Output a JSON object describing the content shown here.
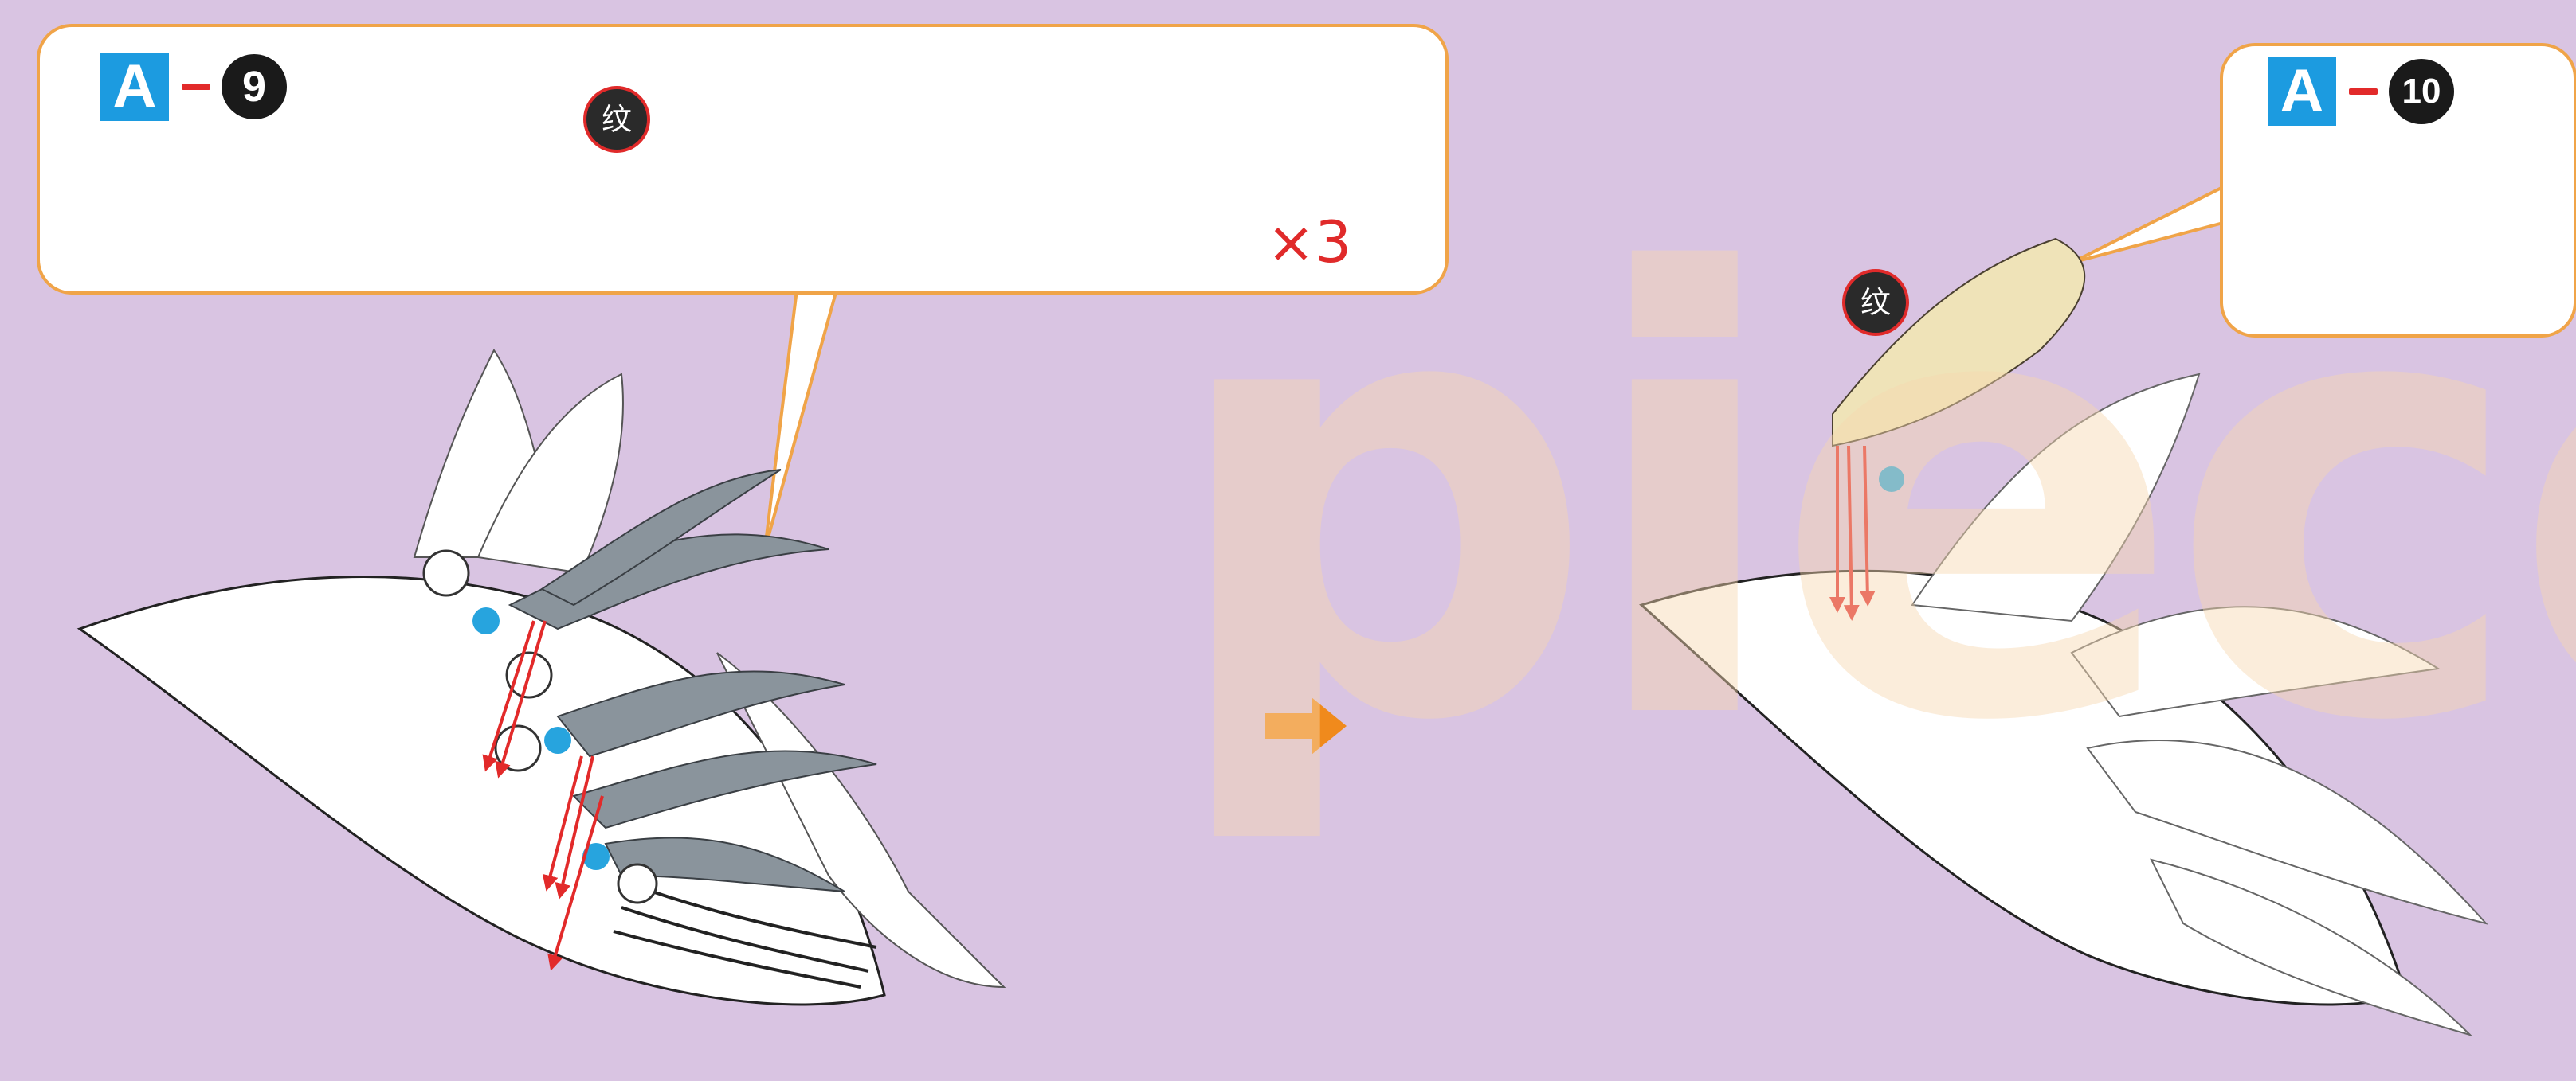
{
  "steps": [
    {
      "letter": "A",
      "number": "9"
    },
    {
      "letter": "A",
      "number": "10"
    }
  ],
  "repeat_label": "×3",
  "texture_mark": "纹",
  "watermark": "piece",
  "colors": {
    "background": "#d9c4e2",
    "callout_border": "#f0a448",
    "badge_blue": "#1c9be0",
    "arrow_orange": "#f08a1c",
    "accent_red": "#e22a2a",
    "leaf_gray": "#8a949c",
    "flourish_purple": "#9a2878",
    "dot_blue": "#27a4de"
  }
}
